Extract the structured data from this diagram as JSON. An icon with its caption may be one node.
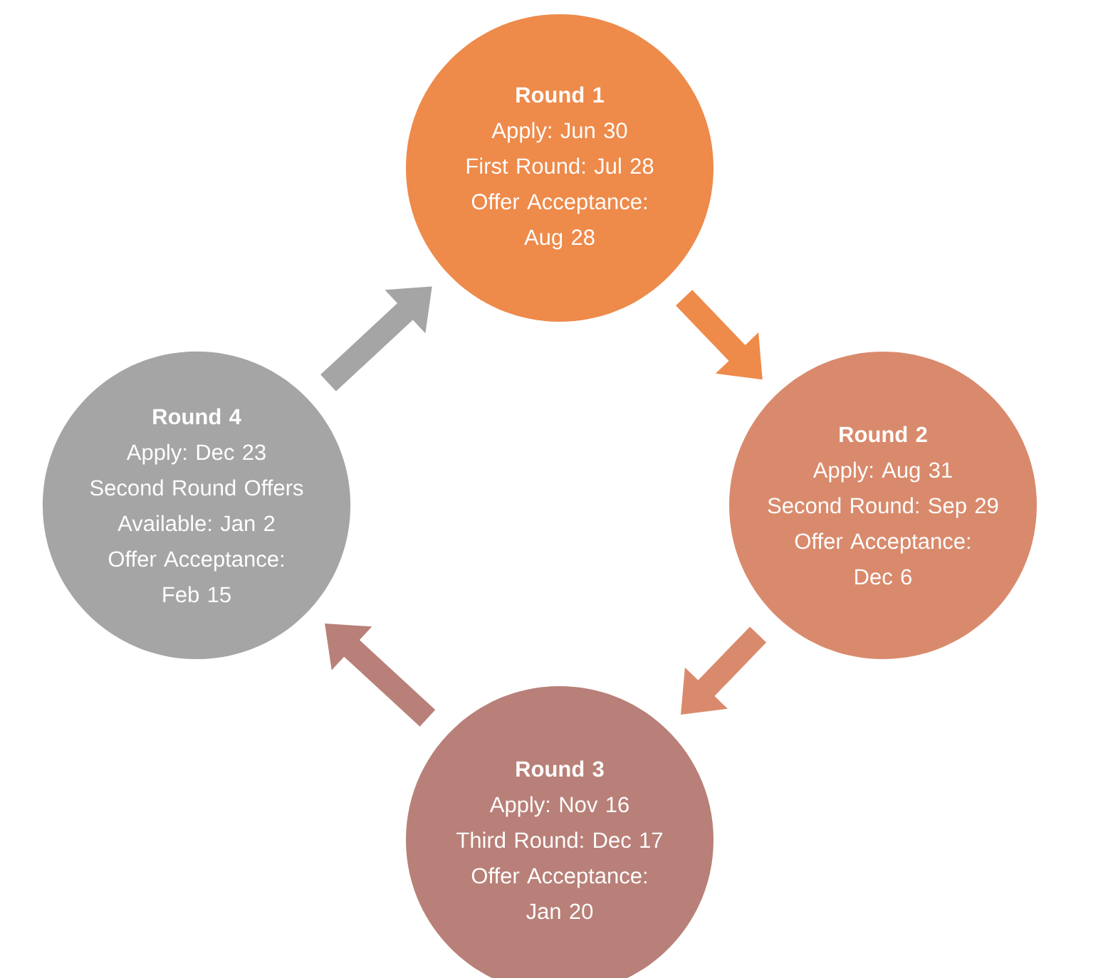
{
  "diagram": {
    "nodes": [
      {
        "text": [
          "Round 1",
          "Apply: Jun 30",
          "First Round: Jul 28",
          "Offer Acceptance: Aug 28"
        ]
      },
      {
        "text": [
          "Round 2",
          "Apply: Aug 31",
          "Second Round: Sep 29",
          "Offer Acceptance: Dec 6"
        ]
      },
      {
        "text": [
          "Round 3",
          "Apply: Nov 16",
          "Third Round: Dec 17",
          "Offer Acceptance: Jan 20"
        ]
      },
      {
        "text": [
          "Round 4",
          "Apply: Dec 23",
          "Second Round Offers Available: Jan 2",
          "Offer Acceptance: Feb 15"
        ]
      }
    ],
    "edges": [
      {
        "from": 0,
        "to": 1,
        "arrow": "to",
        "color": "#ee8a4a"
      },
      {
        "from": 1,
        "to": 2,
        "arrow": "to",
        "color": "#d98a6c"
      },
      {
        "from": 2,
        "to": 3,
        "arrow": "to",
        "color": "#b88078"
      },
      {
        "from": 3,
        "to": 0,
        "arrow": "to",
        "color": "#a5a5a5"
      }
    ]
  }
}
